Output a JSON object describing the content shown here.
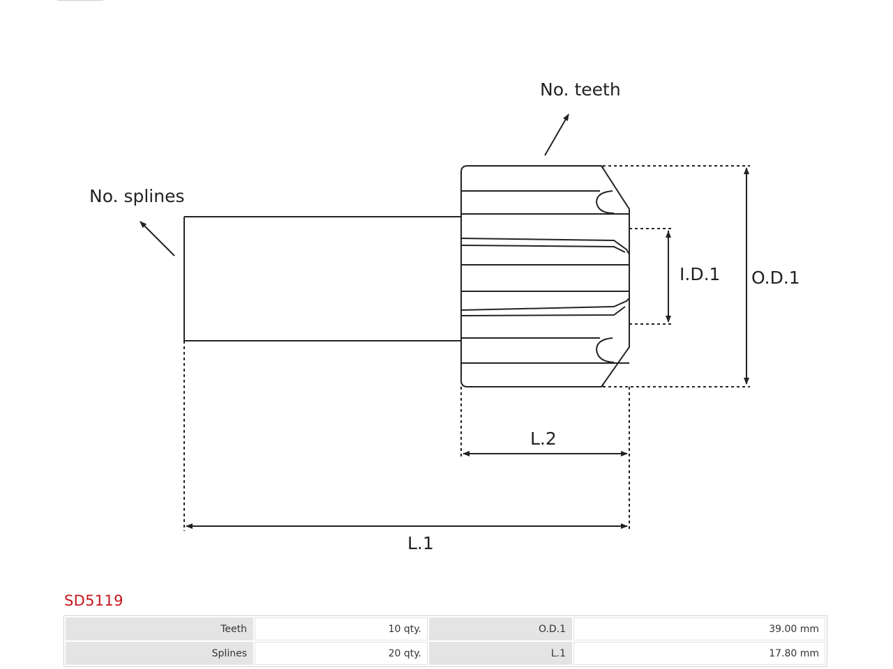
{
  "product_code": "SD5119",
  "diagram": {
    "labels": {
      "no_teeth": "No. teeth",
      "no_splines": "No. splines",
      "id1": "I.D.1",
      "od1": "O.D.1",
      "l2": "L.2",
      "l1": "L.1"
    }
  },
  "specs": {
    "rows": [
      {
        "k1": "Teeth",
        "v1": "10 qty.",
        "k2": "O.D.1",
        "v2": "39.00 mm"
      },
      {
        "k1": "Splines",
        "v1": "20 qty.",
        "k2": "L.1",
        "v2": "17.80 mm"
      }
    ]
  }
}
